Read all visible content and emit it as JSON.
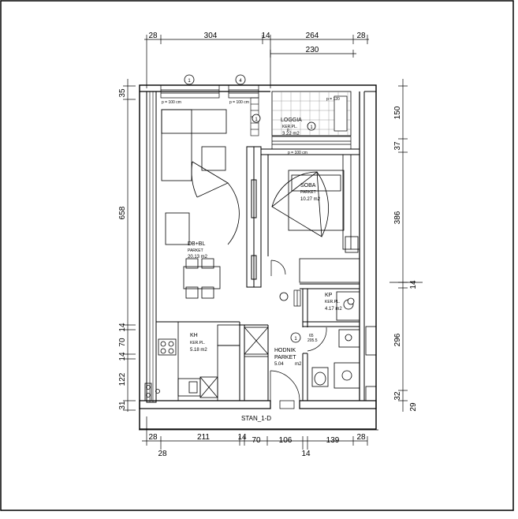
{
  "plan": {
    "unit_label": "STAN_1-D",
    "rooms": [
      {
        "name": "DB+BL",
        "floor": "PARKET",
        "area": "20.13 m2"
      },
      {
        "name": "LOGGIA",
        "floor": "KER.PL.",
        "area": "3.22 m2"
      },
      {
        "name": "SOBA",
        "floor": "PARKET",
        "area": "10.27 m2"
      },
      {
        "name": "KH",
        "floor": "KER.PL.",
        "area": "5.18 m2"
      },
      {
        "name": "KP",
        "floor": "KER.PL.",
        "area": "4.17 m2"
      },
      {
        "name": "HODNIK",
        "floor": "PARKET",
        "area": "5.04",
        "unit": "m2"
      }
    ],
    "markers": [
      "1",
      "4",
      "1",
      "1",
      "1"
    ],
    "notes": [
      "p = 100 cm",
      "p = 100 cm",
      "p = 100 cm",
      "p = 120",
      "65",
      "205.5",
      "p"
    ]
  },
  "dimensions": {
    "top_row": [
      "28",
      "304",
      "14",
      "264",
      "28"
    ],
    "top_row2": [
      "230"
    ],
    "bottom_row": [
      "28",
      "211",
      "14",
      "70",
      "106",
      "139",
      "28"
    ],
    "bottom_row2": [
      "28",
      "14"
    ],
    "left_col": [
      "35",
      "658",
      "14",
      "70",
      "14",
      "122",
      "31"
    ],
    "right_col": [
      "150",
      "37",
      "386",
      "14",
      "296",
      "32",
      "29"
    ]
  }
}
